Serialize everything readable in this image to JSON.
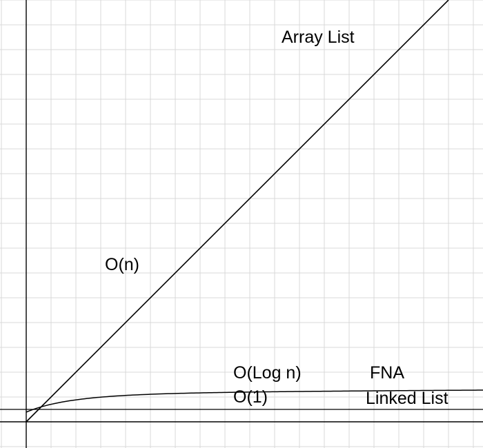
{
  "chart_data": {
    "type": "line",
    "title": "",
    "xlabel": "",
    "ylabel": "",
    "grid": true,
    "legend": "none",
    "colors": {
      "background": "#ffffff",
      "grid": "#d9d9d9",
      "axis": "#000000",
      "line": "#000000"
    },
    "series": [
      {
        "kind": "linear",
        "labels": [
          "O(n)",
          "Array List"
        ]
      },
      {
        "kind": "logarithmic",
        "labels": [
          "O(Log n)",
          "FNA"
        ]
      },
      {
        "kind": "constant",
        "labels": [
          "O(1)",
          "Linked List"
        ]
      }
    ]
  }
}
